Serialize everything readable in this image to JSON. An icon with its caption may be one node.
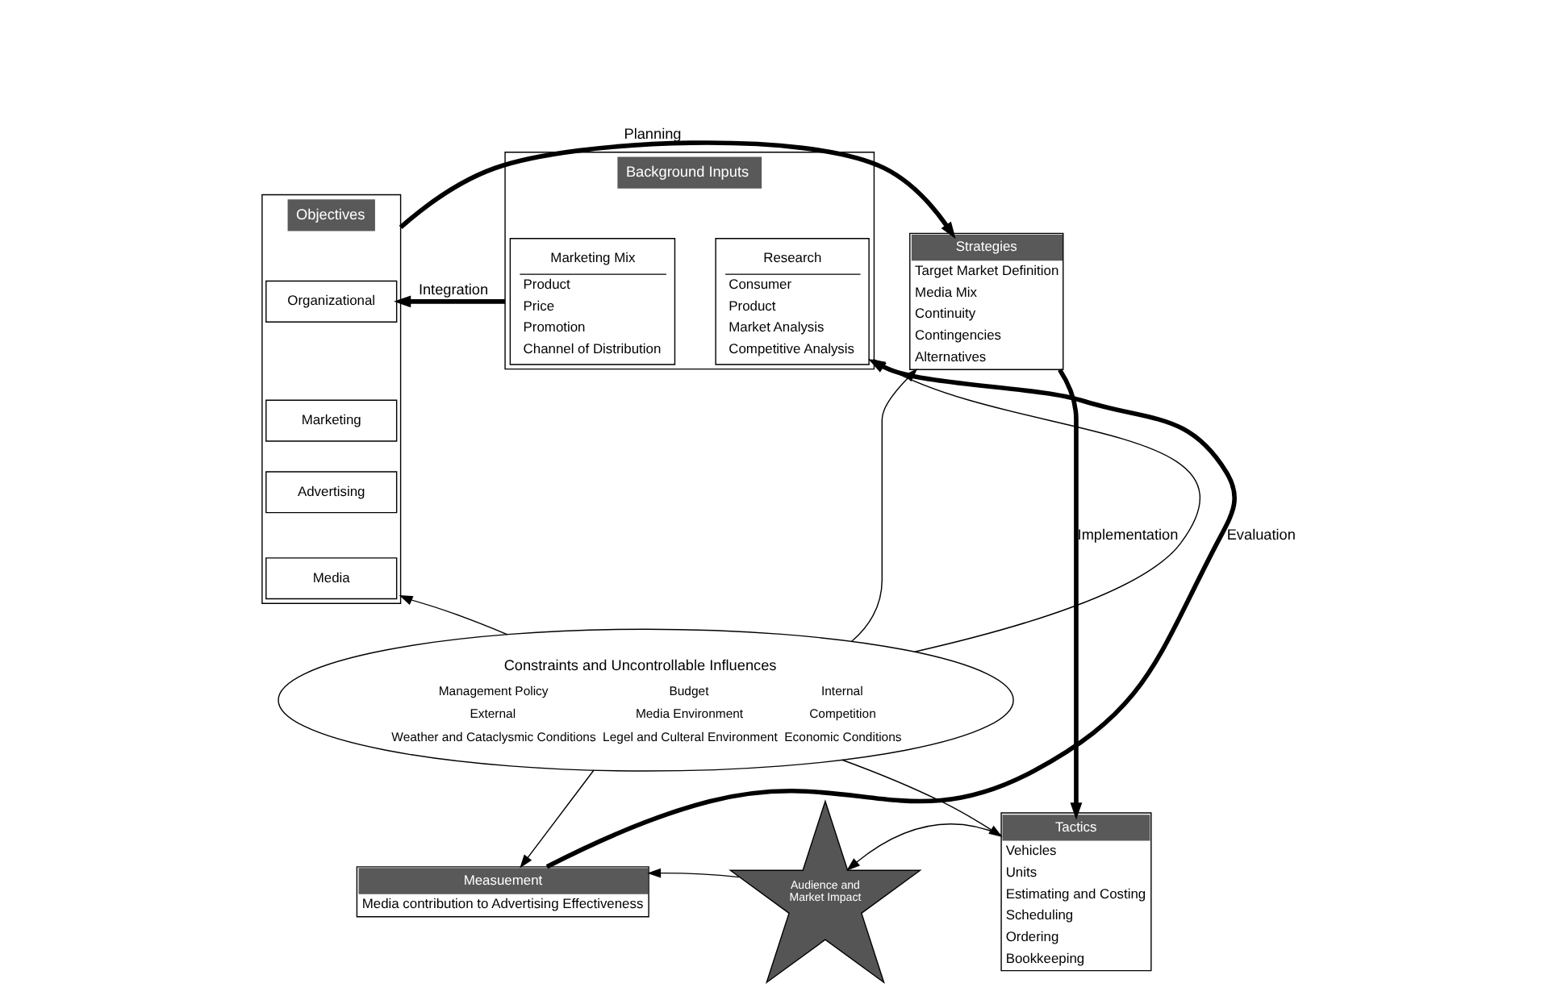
{
  "diagram": {
    "nodes": [
      {
        "text": [
          "Background Inputs"
        ]
      },
      {
        "text": [
          "Research",
          "Consumer",
          "Product",
          "Market Analysis",
          "Competitive Analysis"
        ],
        "in": 0
      },
      {
        "text": [
          "Marketing Mix",
          "Product",
          "Price",
          "Promotion",
          "Channel of Distribution"
        ],
        "in": 0
      },
      {
        "text": [
          "Objectives"
        ]
      },
      {
        "text": [
          "Organizational"
        ],
        "in": 3
      },
      {
        "text": [
          "Marketing"
        ],
        "in": 3
      },
      {
        "text": [
          "Advertising"
        ],
        "in": 3
      },
      {
        "text": [
          "Media"
        ],
        "in": 3
      },
      {
        "text": [
          "Strategies",
          "Target Market Definition",
          "Media Mix",
          "Continuity",
          "Contingencies",
          "Alternatives"
        ]
      },
      {
        "text": [
          "Tactics",
          "Vehicles",
          "Units",
          "Estimating and Costing",
          "Scheduling",
          "Ordering",
          "Bookkeeping"
        ]
      },
      {
        "text": [
          "Measuement",
          "Media contribution to Advertising Effectiveness"
        ]
      },
      {
        "text": [
          "Constraints and Uncontrollable Influences",
          "Management Policy",
          "Budget",
          "Internal",
          "External",
          "Media Environment",
          "Competition",
          "Weather and Cataclysmic Conditions",
          "Legel and Culteral Environment",
          "Economic Conditions"
        ]
      },
      {
        "text": [
          "Audience and Market Impact"
        ]
      }
    ],
    "edges": [
      {
        "from": 0,
        "to": 3,
        "arrow": "to",
        "label": "Integration",
        "style": "thick"
      },
      {
        "from": 3,
        "to": 8,
        "arrow": "to",
        "label": "Planning",
        "style": "thick"
      },
      {
        "from": 8,
        "to": 9,
        "arrow": "to",
        "label": "Implementation",
        "style": "thick"
      },
      {
        "from": 10,
        "to": 0,
        "arrow": "to",
        "label": "Evaluation",
        "style": "thick"
      },
      {
        "from": 11,
        "to": 3,
        "arrow": "to"
      },
      {
        "from": 11,
        "to": 0,
        "arrow": "to"
      },
      {
        "from": 11,
        "to": 8,
        "arrow": "to"
      },
      {
        "from": 11,
        "to": 10,
        "arrow": "to"
      },
      {
        "from": 11,
        "to": 9,
        "arrow": "to"
      },
      {
        "from": 12,
        "to": 10,
        "arrow": "to"
      },
      {
        "from": 9,
        "to": 12,
        "arrow": "to"
      }
    ]
  }
}
